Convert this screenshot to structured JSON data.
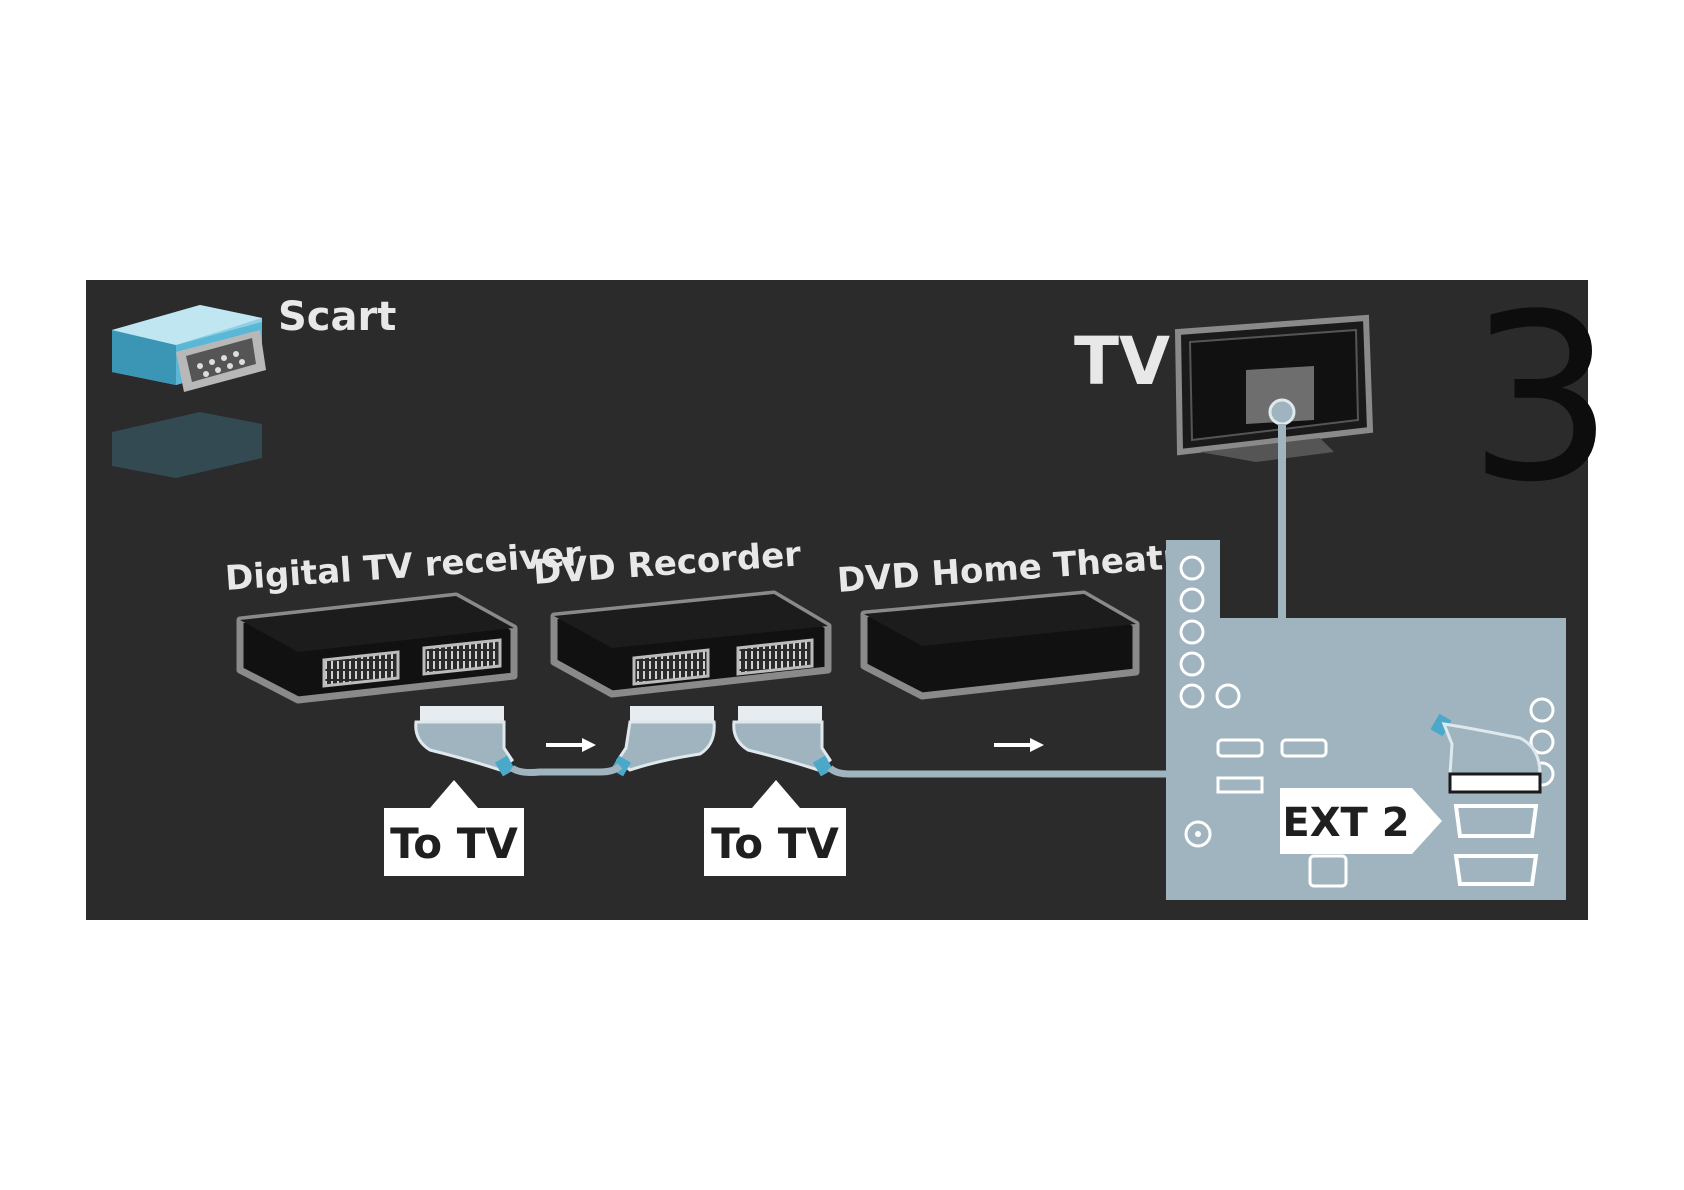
{
  "panel": {
    "connector_name": "Scart",
    "step_number": "3",
    "tv_label": "TV",
    "icon": "scart-connector-icon"
  },
  "devices": {
    "digital_tv_receiver": "Digital TV receiver",
    "dvd_recorder": "DVD Recorder",
    "dvd_home_theatre": "DVD Home Theatre"
  },
  "tags": {
    "to_tv_1": "To TV",
    "to_tv_2": "To TV",
    "ext2": "EXT 2"
  },
  "colors": {
    "panel_bg": "#2b2b2b",
    "tv_panel": "#9fb4bf",
    "cable": "#9fb4bf",
    "device_body": "#111111",
    "device_outline": "#8a8a8a",
    "scart_icon_blue": "#4aa9c9"
  }
}
